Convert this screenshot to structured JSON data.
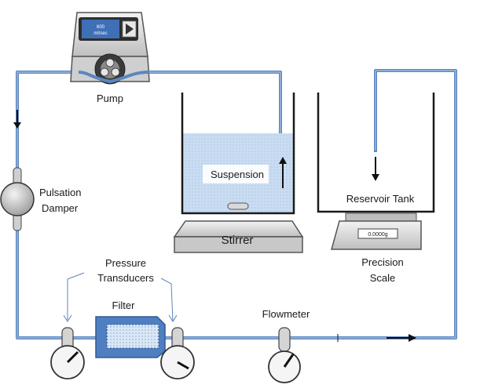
{
  "labels": {
    "pump": "Pump",
    "pump_display_line1": "600",
    "pump_display_line2": "ml/sec",
    "pulsation_line1": "Pulsation",
    "pulsation_line2": "Damper",
    "suspension": "Suspension",
    "stirrer": "Stirrer",
    "reservoir": "Reservoir Tank",
    "scale_display": "0.0000g",
    "precision_line1": "Precision",
    "precision_line2": "Scale",
    "pressure_line1": "Pressure",
    "pressure_line2": "Transducers",
    "filter": "Filter",
    "flowmeter": "Flowmeter"
  },
  "colors": {
    "pipe": "#5b86c1",
    "liquid": "#c9dcf1",
    "device_gray": "#d9d9d9",
    "display_blue": "#3f6fb6"
  },
  "icons": [
    "pump-icon",
    "pulsation-damper-icon",
    "stirrer-icon",
    "scale-icon",
    "filter-icon",
    "pressure-gauge-icon",
    "flowmeter-icon",
    "flow-arrow-icon"
  ]
}
